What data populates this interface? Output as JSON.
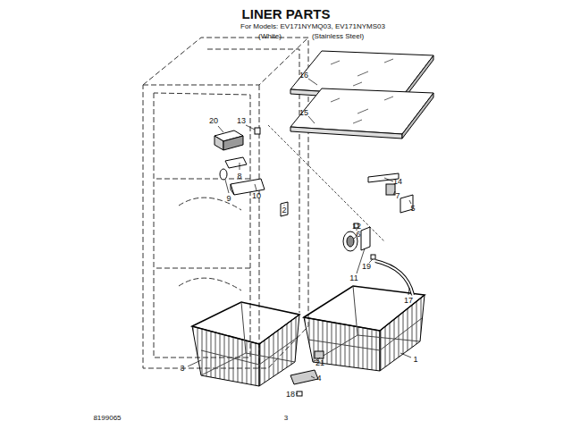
{
  "diagram": {
    "title": "LINER PARTS",
    "labels": [
      "For Models: EV171NYMQ03, EV171NYMS03",
      "(White)",
      "(Stainless Steel)",
      "16",
      "20",
      "13",
      "15",
      "14",
      "7",
      "5",
      "8",
      "9",
      "10",
      "2",
      "12",
      "6",
      "19",
      "11",
      "17",
      "3",
      "1",
      "21",
      "4",
      "18",
      "8199065",
      "3"
    ]
  }
}
